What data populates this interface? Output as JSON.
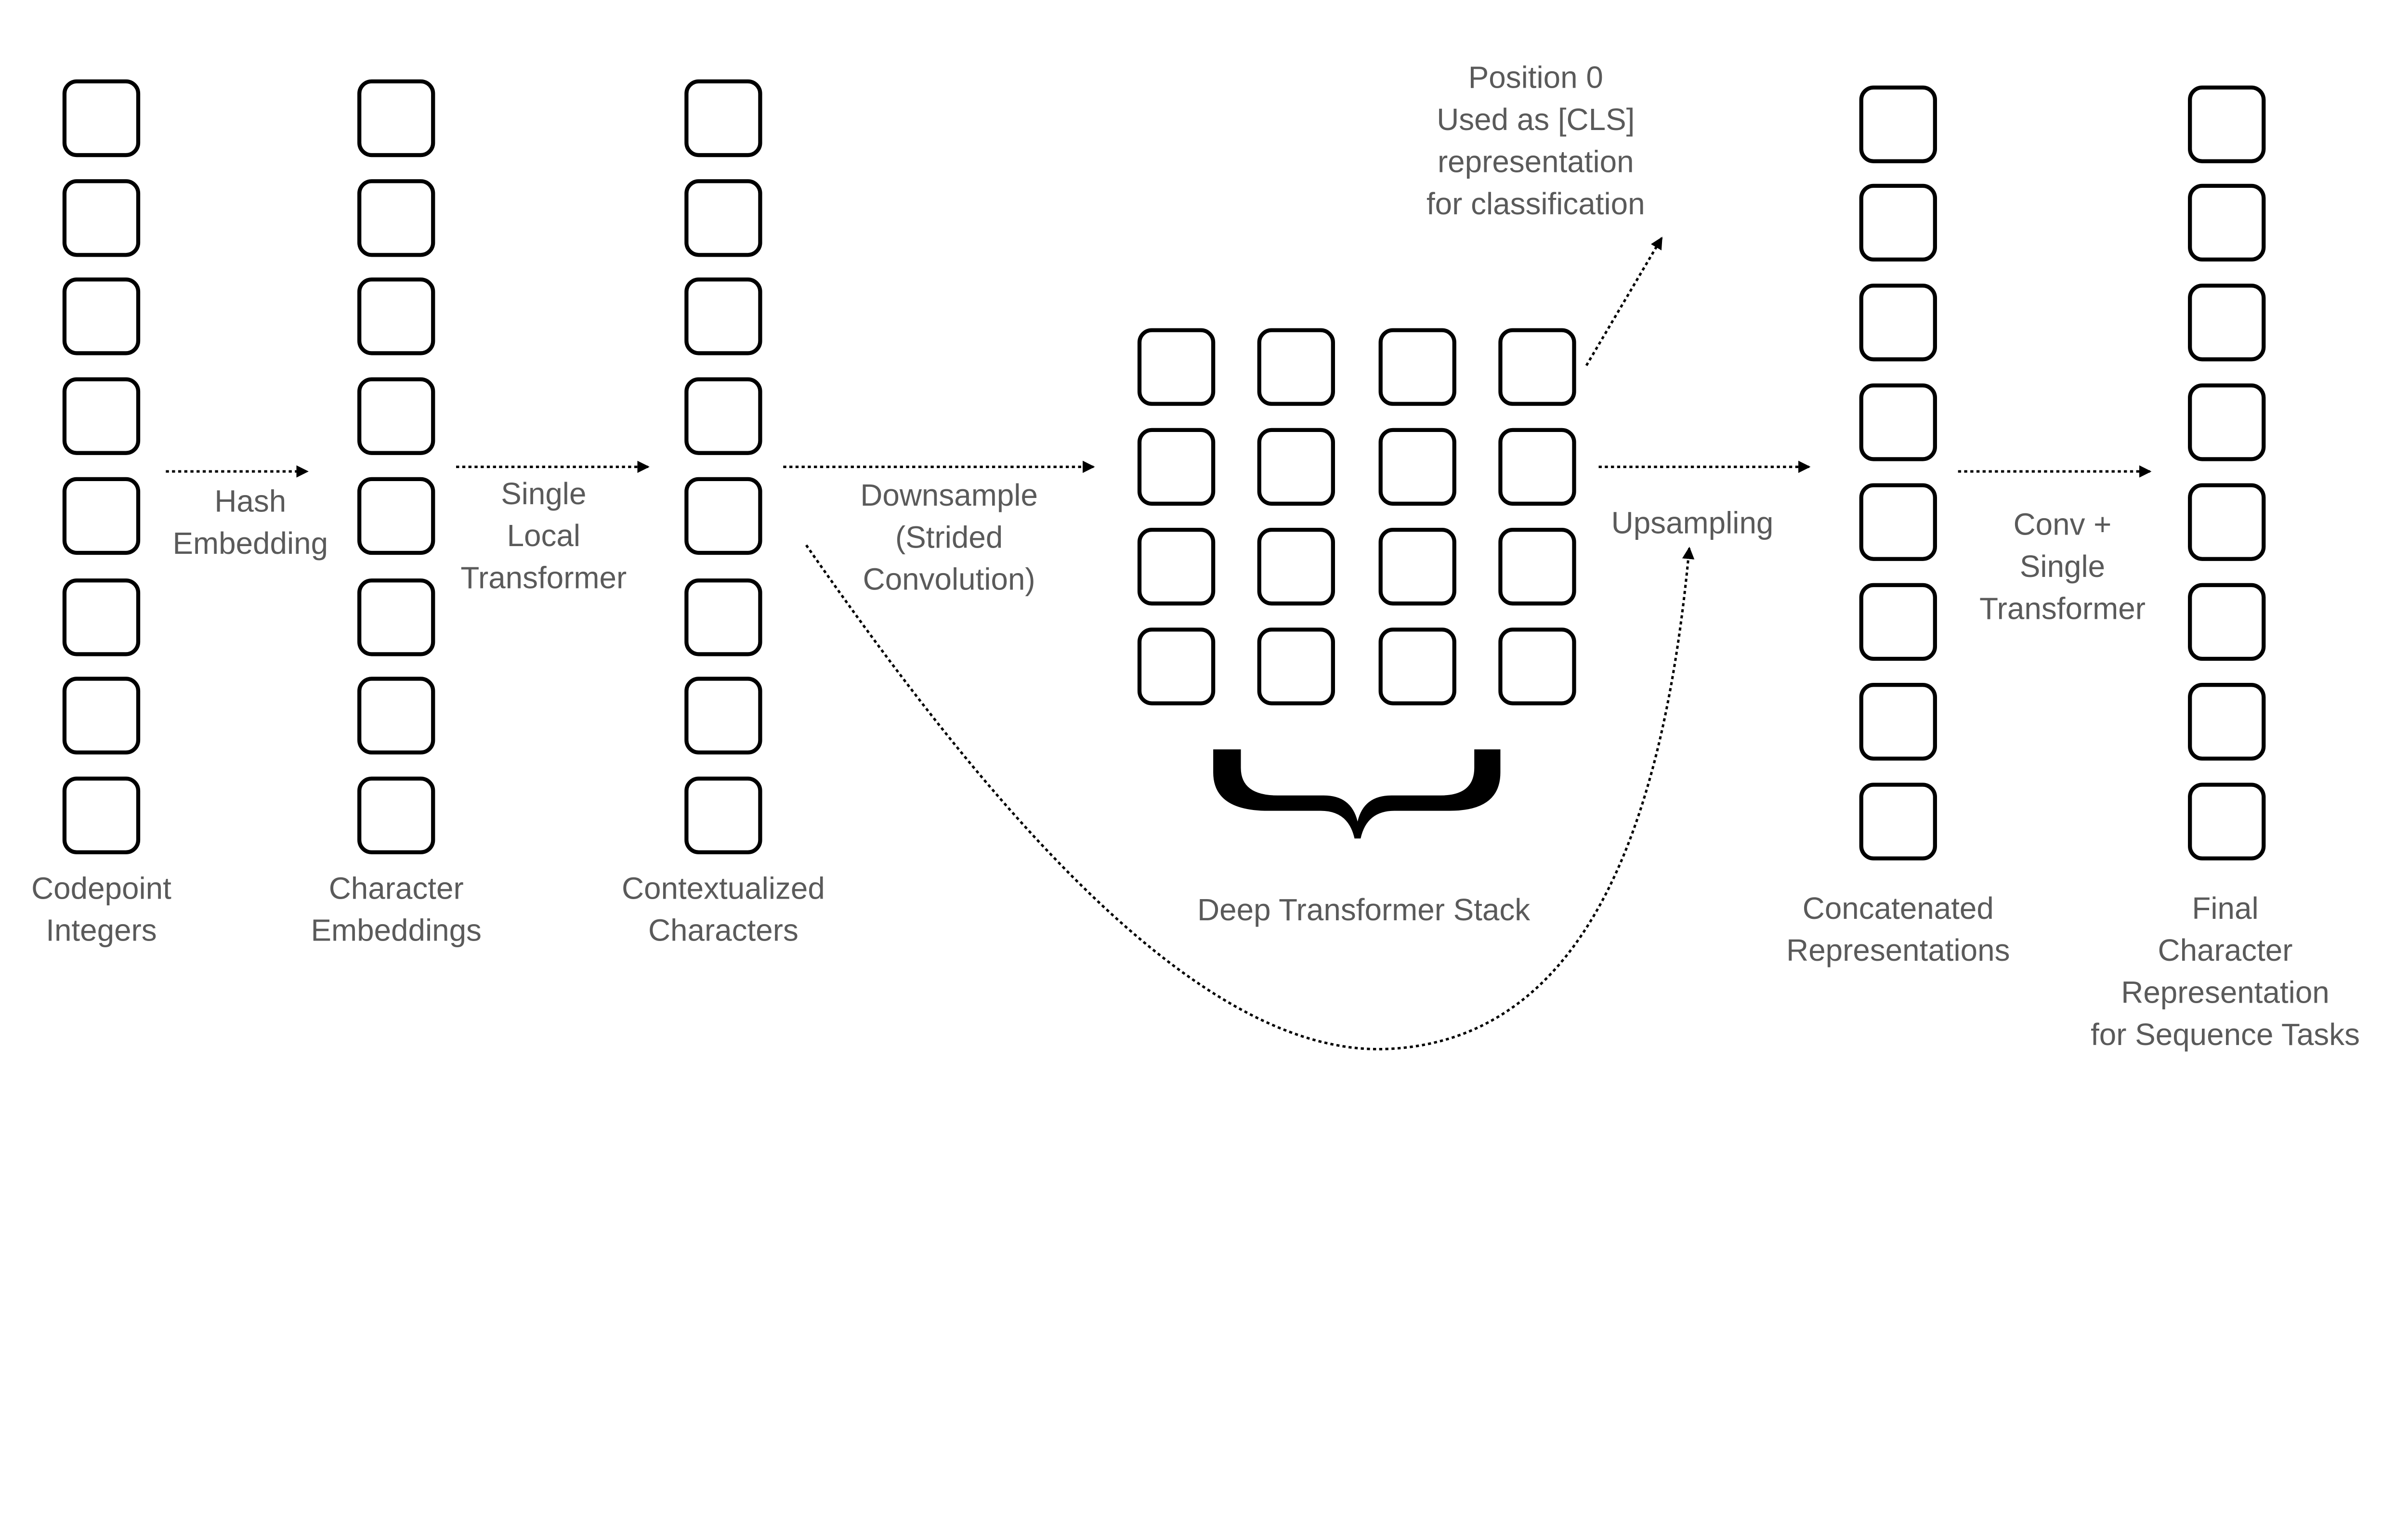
{
  "labels": {
    "codepoint": [
      "Codepoint",
      "Integers"
    ],
    "char_emb": [
      "Character",
      "Embeddings"
    ],
    "contextualized": [
      "Contextualized",
      "Characters"
    ],
    "deep_stack": [
      "Deep Transformer Stack"
    ],
    "concatenated": [
      "Concatenated",
      "Representations"
    ],
    "final": [
      "Final",
      "Character",
      "Representation",
      "for Sequence Tasks"
    ],
    "hash": [
      "Hash",
      "Embedding"
    ],
    "local": [
      "Single",
      "Local",
      "Transformer"
    ],
    "downsample": [
      "Downsample",
      "(Strided",
      "Convolution)"
    ],
    "cls": [
      "Position 0",
      "Used as [CLS]",
      "representation",
      "for classification"
    ],
    "upsampling": [
      "Upsampling"
    ],
    "conv": [
      "Conv +",
      "Single",
      "Transformer"
    ]
  },
  "colors": {
    "text": "#5a5a5a",
    "stroke": "#000000"
  }
}
